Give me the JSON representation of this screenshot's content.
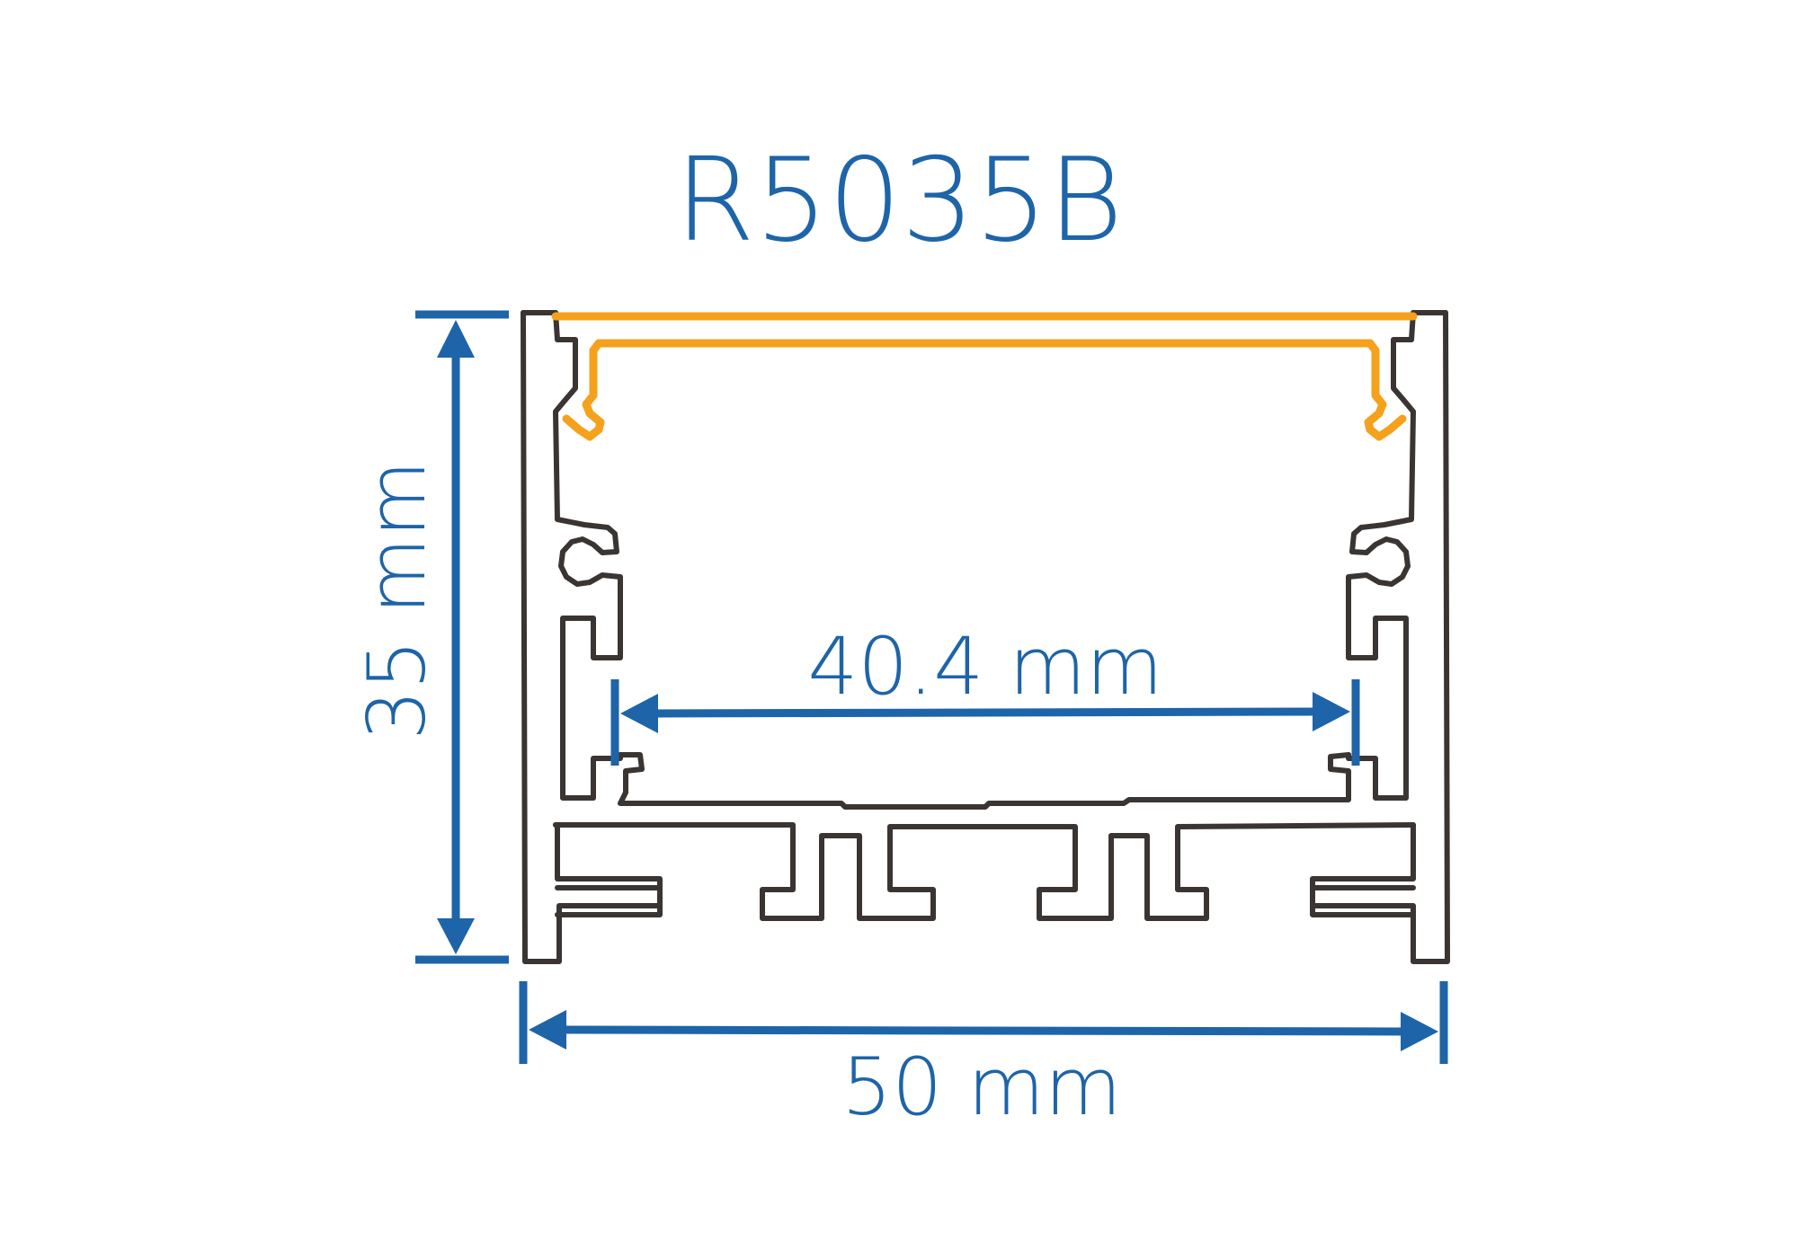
{
  "title": "R5035B",
  "dimensions": {
    "height_label": "35 mm",
    "width_label": "50 mm",
    "inner_width_label": "40.4 mm"
  },
  "colors": {
    "profile": "#3a3532",
    "diffuser": "#f5a11c",
    "dimension": "#1e64a8"
  }
}
